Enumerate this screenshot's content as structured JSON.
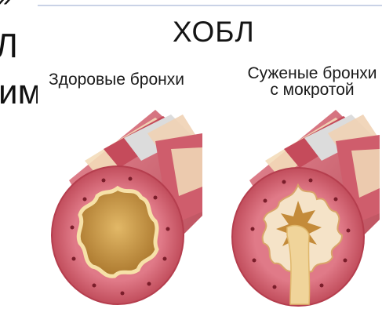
{
  "slide_fragments": {
    "line1": "»",
    "line2": "Л",
    "line3": "им"
  },
  "figure": {
    "title": "ХОБЛ",
    "left_label": "Здоровые бронхи",
    "right_label_line1": "Суженые бронхи",
    "right_label_line2": "с мокротой"
  },
  "colors": {
    "tissue": "#d96a7a",
    "tissue_dark": "#b6424f",
    "stripe_light": "#f3dcb9",
    "stripe_grey": "#d9d9d9",
    "lumen": "#c9953f",
    "mucus": "#f0d49a",
    "dots": "#7a1d2a"
  }
}
